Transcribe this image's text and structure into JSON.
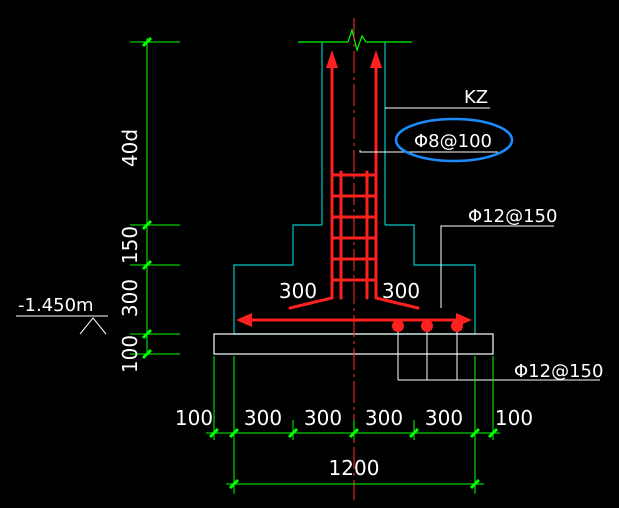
{
  "column_label": "KZ",
  "stirrup_label": "Φ8@100",
  "bottom_rebar_label_top": "Φ12@150",
  "bottom_rebar_label_bottom": "Φ12@150",
  "elevation": "-1.450m",
  "vertical_dims": [
    "40d",
    "150",
    "300",
    "100"
  ],
  "inner_dims": [
    "300",
    "300"
  ],
  "horizontal_dims": [
    "100",
    "300",
    "300",
    "300",
    "300",
    "100"
  ],
  "overall_dim": "1200",
  "colors": {
    "background": "#000000",
    "outline": "#00c8c8",
    "rebar": "#ff2020",
    "dimension": "#00ff00",
    "leader": "#ffffff",
    "highlight": "#1a8cff"
  }
}
